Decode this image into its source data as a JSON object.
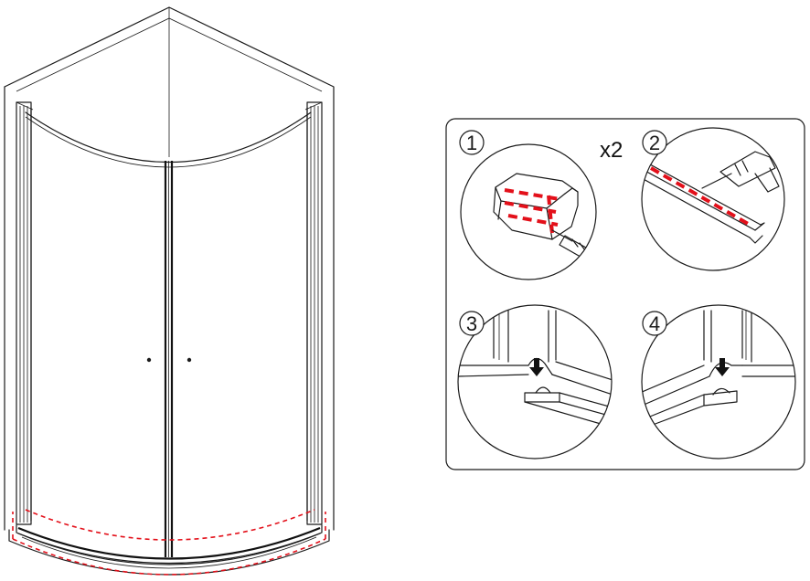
{
  "panel": {
    "multiplier": "x2",
    "steps": [
      {
        "number": "1"
      },
      {
        "number": "2"
      },
      {
        "number": "3"
      },
      {
        "number": "4"
      }
    ]
  },
  "colors": {
    "line": "#1a1a1a",
    "sealant": "#e3101a",
    "background": "#ffffff"
  }
}
